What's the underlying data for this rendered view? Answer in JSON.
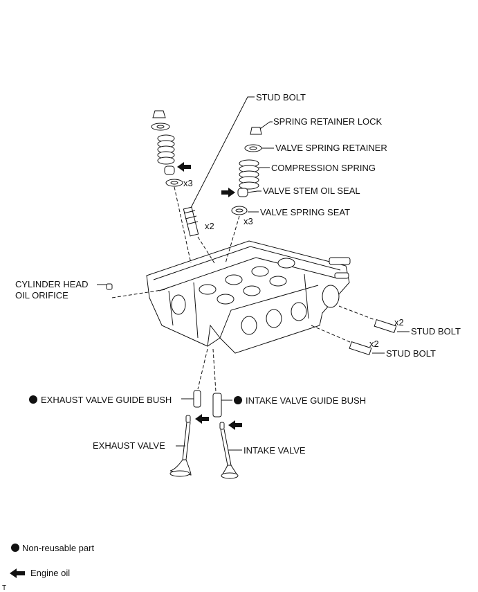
{
  "labels": {
    "stud_bolt_top": "STUD BOLT",
    "spring_retainer_lock": "SPRING RETAINER LOCK",
    "valve_spring_retainer": "VALVE SPRING RETAINER",
    "compression_spring": "COMPRESSION SPRING",
    "valve_stem_oil_seal": "VALVE STEM OIL SEAL",
    "valve_spring_seat": "VALVE SPRING SEAT",
    "cylinder_head_oil_orifice_1": "CYLINDER HEAD",
    "cylinder_head_oil_orifice_2": "OIL ORIFICE",
    "stud_bolt_right_upper": "STUD BOLT",
    "stud_bolt_right_lower": "STUD BOLT",
    "exhaust_valve_guide_bush": "EXHAUST VALVE GUIDE BUSH",
    "intake_valve_guide_bush": "INTAKE VALVE GUIDE BUSH",
    "exhaust_valve": "EXHAUST VALVE",
    "intake_valve": "INTAKE VALVE"
  },
  "quantities": {
    "left_seal": "x3",
    "right_seat": "x3",
    "top_stud": "x2",
    "right_stud_upper": "x2",
    "right_stud_lower": "x2"
  },
  "legend": {
    "non_reusable": "Non-reusable part",
    "engine_oil": "Engine oil"
  },
  "corner_mark": "T"
}
